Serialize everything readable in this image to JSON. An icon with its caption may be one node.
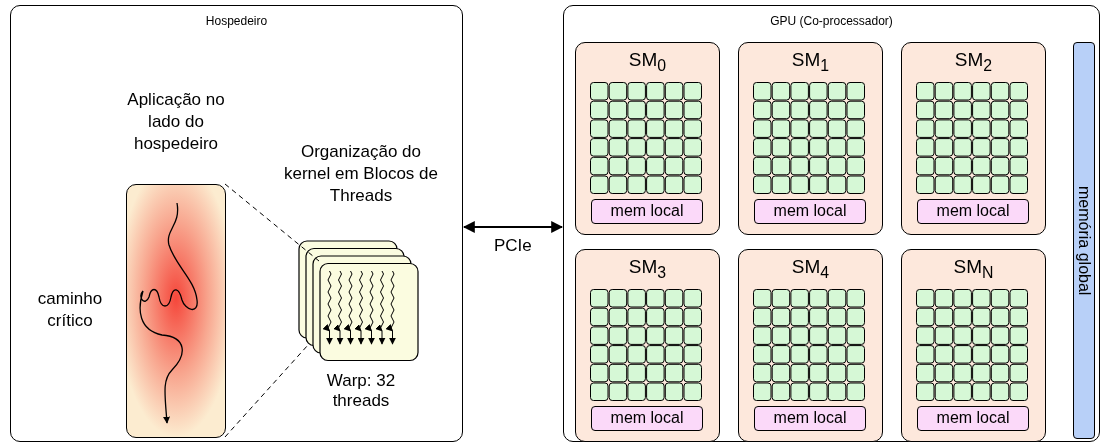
{
  "diagram": {
    "nodes": [
      {
        "text": [
          "Hospedeiro"
        ]
      },
      {
        "text": [
          "Aplicação no lado do hospedeiro"
        ],
        "in": 0
      },
      {
        "text": [
          "Organização do kernel em Blocos de Threads"
        ],
        "beside": [
          "Warp: 32 threads"
        ],
        "in": 0
      },
      {
        "text": [
          "GPU (Co-processador)"
        ]
      },
      {
        "text": [
          "SM$_{0}$"
        ],
        "in": 3
      },
      {
        "text": [
          "mem local"
        ],
        "in": 4
      },
      {
        "text": [
          "SM$_{1}$"
        ],
        "in": 3
      },
      {
        "text": [
          "mem local"
        ],
        "in": 6
      },
      {
        "text": [
          "SM$_{2}$"
        ],
        "in": 3
      },
      {
        "text": [
          "mem local"
        ],
        "in": 8
      },
      {
        "text": [
          "SM$_{3}$"
        ],
        "in": 3
      },
      {
        "text": [
          "mem local"
        ],
        "in": 10
      },
      {
        "text": [
          "SM$_{4}$"
        ],
        "in": 3
      },
      {
        "text": [
          "mem local"
        ],
        "in": 12
      },
      {
        "text": [
          "SM$_{N}$"
        ],
        "in": 3
      },
      {
        "text": [
          "mem local"
        ],
        "in": 14
      },
      {
        "text": [
          "memória global"
        ],
        "in": 3
      }
    ],
    "edges": [
      {
        "from": 0,
        "to": 3,
        "arrow": "both",
        "label": "PCIe"
      },
      {
        "from": 1,
        "to": 2,
        "arrow": "none",
        "style": "dashed"
      },
      {
        "from": 1,
        "to": 2,
        "arrow": "none",
        "style": "dashed"
      }
    ],
    "labels": [
      "caminho crítico"
    ]
  }
}
